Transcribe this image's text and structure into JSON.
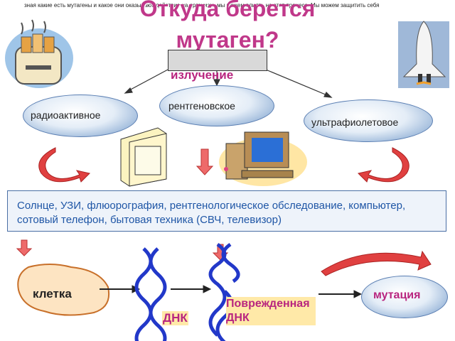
{
  "intro_text": "зная какие есть мутагены и какое они оказывают действие на организм, мы можем влиять на этот процесс. Мы можем защитить себя",
  "title": "Откуда берется мутаген?",
  "radiation_label": "излучение",
  "radiation_types": {
    "xray": "рентгеновское",
    "radioactive": "радиоактивное",
    "ultraviolet": "ультрафиолетовое"
  },
  "sources_text": "Солнце, УЗИ, флюорография, рентгенологическое обследование, компьютер, сотовый телефон, бытовая техника (СВЧ, телевизор)",
  "cell_label": "клетка",
  "dna_label": "ДНК",
  "damaged_dna_label": "Поврежденная ДНК",
  "mutation_label": "мутация",
  "colors": {
    "title": "#c0388a",
    "accent_text": "#b8257f",
    "sources_text": "#1f56a6",
    "arrow_red": "#d43b3b",
    "dna_blue": "#2238c9"
  }
}
